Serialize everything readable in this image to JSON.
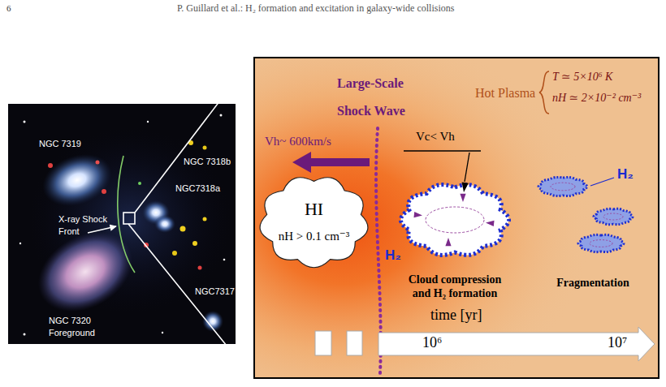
{
  "diagram": {
    "nodes": [
      {
        "text": [
          "HI",
          "nH > 0.1 cm⁻³"
        ]
      },
      {
        "text": [
          "Cloud compression and H₂ formation"
        ]
      },
      {
        "text": [
          "Fragmentation"
        ]
      }
    ],
    "labels": [
      "6",
      "P. Guillard et al.: H₂ formation and excitation in galaxy-wide collisions",
      "NGC 7319",
      "NGC 7318b",
      "NGC7318a",
      "X-ray Shock Front",
      "NGC 7320 Foreground",
      "NGC7317",
      "Large-Scale Shock Wave",
      "Vh~ 600km/s",
      "Vc< Vh",
      "Hot Plasma",
      "T ≃ 5×10⁶ K",
      "nH ≃ 2×10⁻² cm⁻³",
      "H₂",
      "H₂",
      "time [yr]",
      "10⁶",
      "10⁷"
    ]
  }
}
